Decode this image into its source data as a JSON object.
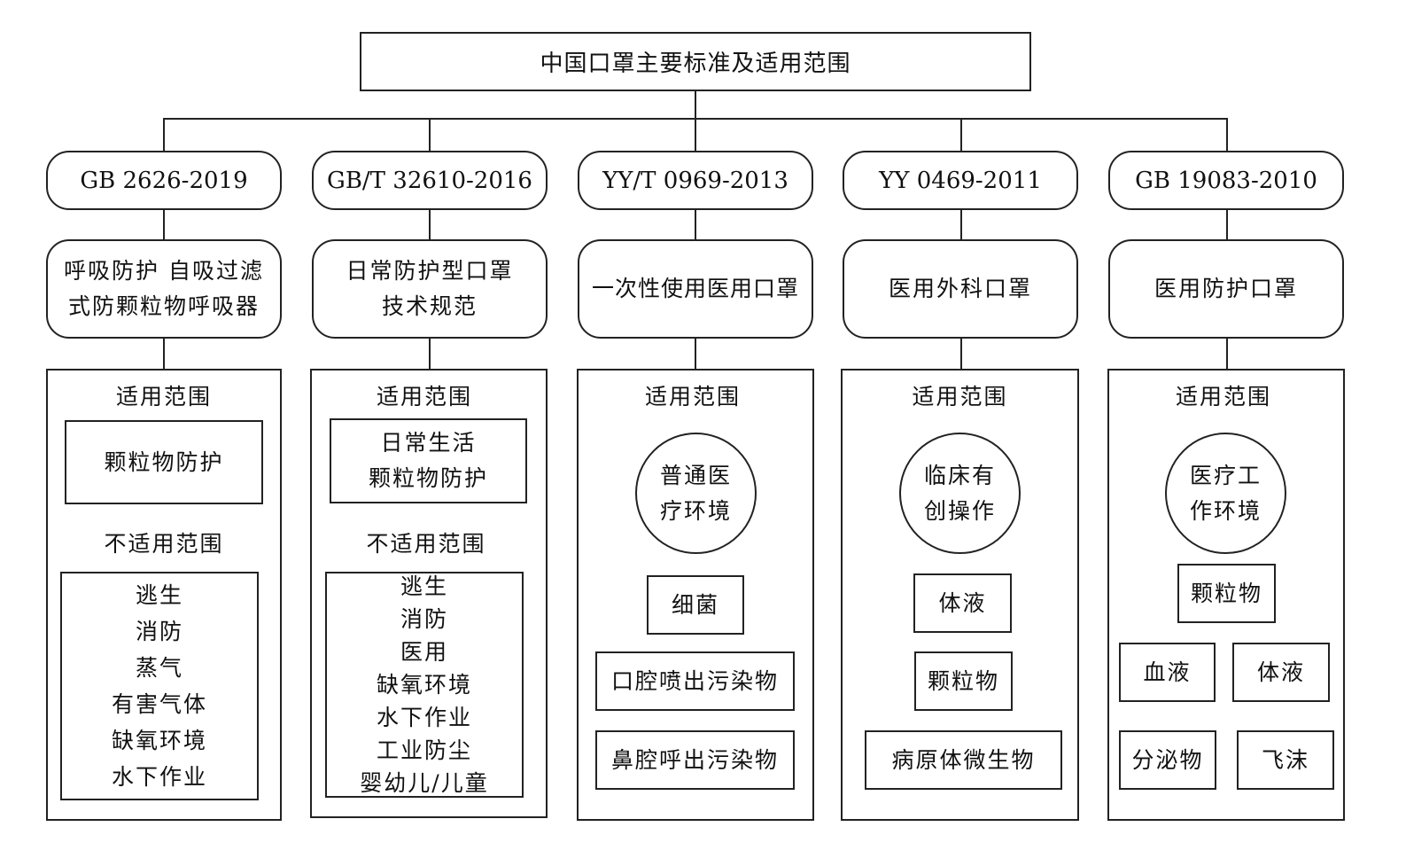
{
  "title": "中国口罩主要标准及适用范围",
  "standards": [
    {
      "code": "GB 2626-2019",
      "name": "呼吸防护 自吸过滤\n式防颗粒物呼吸器",
      "scope_label": "适用范围",
      "scope": [
        "颗粒物防护"
      ],
      "exclusion_label": "不适用范围",
      "exclusions": [
        "逃生",
        "消防",
        "蒸气",
        "有害气体",
        "缺氧环境",
        "水下作业"
      ]
    },
    {
      "code": "GB/T 32610-2016",
      "name": "日常防护型口罩\n技术规范",
      "scope_label": "适用范围",
      "scope": [
        "日常生活\n颗粒物防护"
      ],
      "exclusion_label": "不适用范围",
      "exclusions": [
        "逃生",
        "消防",
        "医用",
        "缺氧环境",
        "水下作业",
        "工业防尘",
        "婴幼儿/儿童"
      ]
    },
    {
      "code": "YY/T 0969-2013",
      "name": "一次性使用医用口罩",
      "scope_label": "适用范围",
      "environment": "普通医\n疗环境",
      "targets": [
        "细菌",
        "口腔喷出污染物",
        "鼻腔呼出污染物"
      ]
    },
    {
      "code": "YY 0469-2011",
      "name": "医用外科口罩",
      "scope_label": "适用范围",
      "environment": "临床有\n创操作",
      "targets": [
        "体液",
        "颗粒物",
        "病原体微生物"
      ]
    },
    {
      "code": "GB 19083-2010",
      "name": "医用防护口罩",
      "scope_label": "适用范围",
      "environment": "医疗工\n作环境",
      "targets": [
        "颗粒物",
        "血液",
        "体液",
        "分泌物",
        "飞沫"
      ]
    }
  ]
}
